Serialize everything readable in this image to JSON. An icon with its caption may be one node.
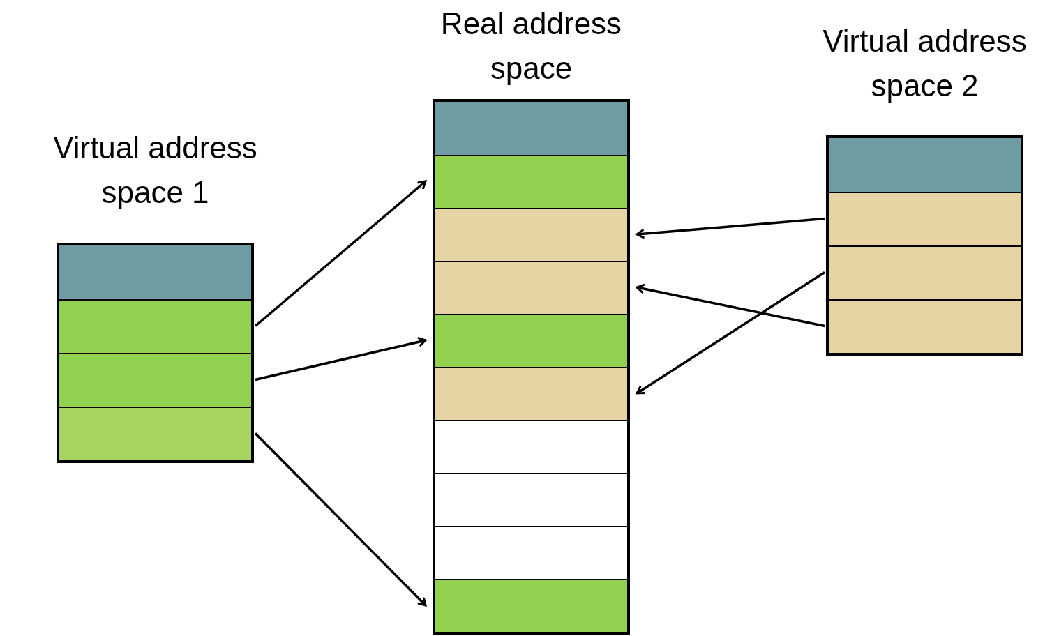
{
  "diagram": {
    "nodes": [
      {
        "text": [
          "Virtual address space 1"
        ]
      },
      {
        "text": [],
        "shape": "box",
        "in": 0
      },
      {
        "text": [],
        "shape": "box",
        "in": 0
      },
      {
        "text": [],
        "shape": "box",
        "in": 0
      },
      {
        "text": [],
        "shape": "box",
        "in": 0
      },
      {
        "text": [
          "Real address space"
        ]
      },
      {
        "text": [],
        "shape": "box",
        "in": 5
      },
      {
        "text": [],
        "shape": "box",
        "in": 5
      },
      {
        "text": [],
        "shape": "box",
        "in": 5
      },
      {
        "text": [],
        "shape": "box",
        "in": 5
      },
      {
        "text": [],
        "shape": "box",
        "in": 5
      },
      {
        "text": [],
        "shape": "box",
        "in": 5
      },
      {
        "text": [],
        "shape": "box",
        "in": 5
      },
      {
        "text": [],
        "shape": "box",
        "in": 5
      },
      {
        "text": [],
        "shape": "box",
        "in": 5
      },
      {
        "text": [],
        "shape": "box",
        "in": 5
      },
      {
        "text": [
          "Virtual address space 2"
        ]
      },
      {
        "text": [],
        "shape": "box",
        "in": 16
      },
      {
        "text": [],
        "shape": "box",
        "in": 16
      },
      {
        "text": [],
        "shape": "box",
        "in": 16
      },
      {
        "text": [],
        "shape": "box",
        "in": 16
      }
    ],
    "edges": [
      {
        "from": 2,
        "to": 7,
        "arrow": "to"
      },
      {
        "from": 3,
        "to": 10,
        "arrow": "to"
      },
      {
        "from": 4,
        "to": 15,
        "arrow": "to"
      },
      {
        "from": 18,
        "to": 8,
        "arrow": "to"
      },
      {
        "from": 19,
        "to": 11,
        "arrow": "to"
      },
      {
        "from": 20,
        "to": 9,
        "arrow": "to"
      }
    ]
  }
}
